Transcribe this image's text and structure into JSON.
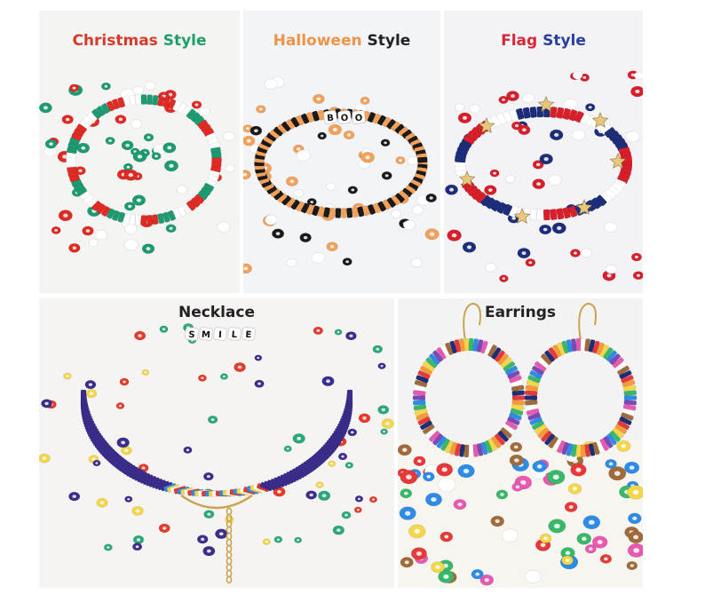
{
  "panels": {
    "christmas": {
      "title_word1": "Christmas",
      "title_word2": "Style",
      "colors": {
        "word1": "#d83a2a",
        "word2": "#1f9e6a"
      },
      "bead_colors": [
        "#e02a24",
        "#ffffff",
        "#1d9a72"
      ]
    },
    "halloween": {
      "title_word1": "Halloween",
      "title_word2": "Style",
      "colors": {
        "word1": "#ef9346",
        "word2": "#222222"
      },
      "bead_colors": [
        "#f3a05a",
        "#1a1a1a",
        "#ffffff"
      ],
      "letter_beads": "BOO"
    },
    "flag": {
      "title_word1": "Flag",
      "title_word2": "Style",
      "colors": {
        "word1": "#d8263a",
        "word2": "#2d3f9e"
      },
      "bead_colors": [
        "#d61f2a",
        "#ffffff",
        "#1e2d7a"
      ]
    },
    "necklace": {
      "title": "Necklace",
      "letter_beads": "SMILE",
      "bead_colors": [
        "#3a2d8c",
        "#e63a2a",
        "#f5d64a",
        "#2aa87a"
      ]
    },
    "earrings": {
      "title": "Earrings",
      "bead_colors": [
        "#e63a3a",
        "#2e8be6",
        "#f5d64a",
        "#3ab86a",
        "#e65ab0",
        "#a06b3a",
        "#ffffff"
      ]
    }
  }
}
